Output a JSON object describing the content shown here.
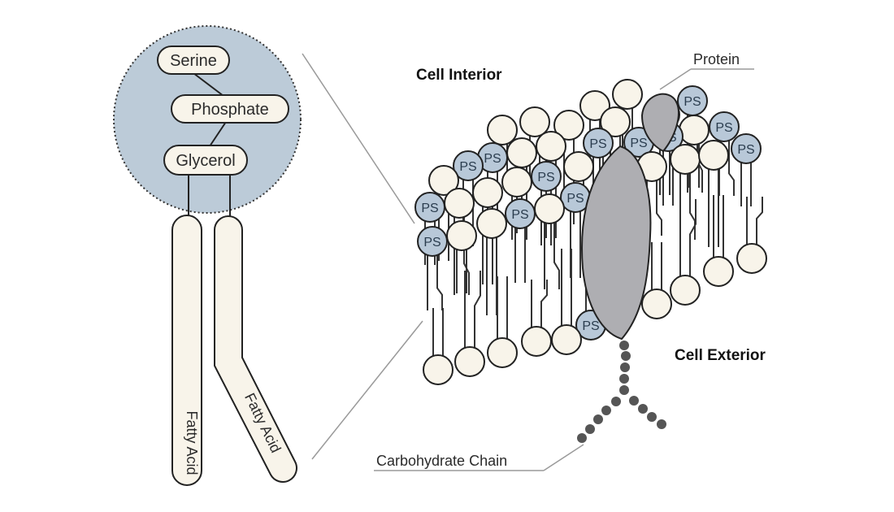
{
  "colors": {
    "head_fill": "#f8f4ea",
    "ps_fill": "#b8c8d8",
    "protein_fill": "#aeaeb2",
    "circle_bg": "#bccbd8",
    "line": "#333333",
    "carbohydrate": "#555555"
  },
  "molecule": {
    "serine": "Serine",
    "phosphate": "Phosphate",
    "glycerol": "Glycerol",
    "fatty_acid_left": "Fatty Acid",
    "fatty_acid_right": "Fatty Acid"
  },
  "labels": {
    "cell_interior": "Cell Interior",
    "cell_exterior": "Cell Exterior",
    "protein": "Protein",
    "carbohydrate_chain": "Carbohydrate Chain",
    "ps": "PS"
  }
}
